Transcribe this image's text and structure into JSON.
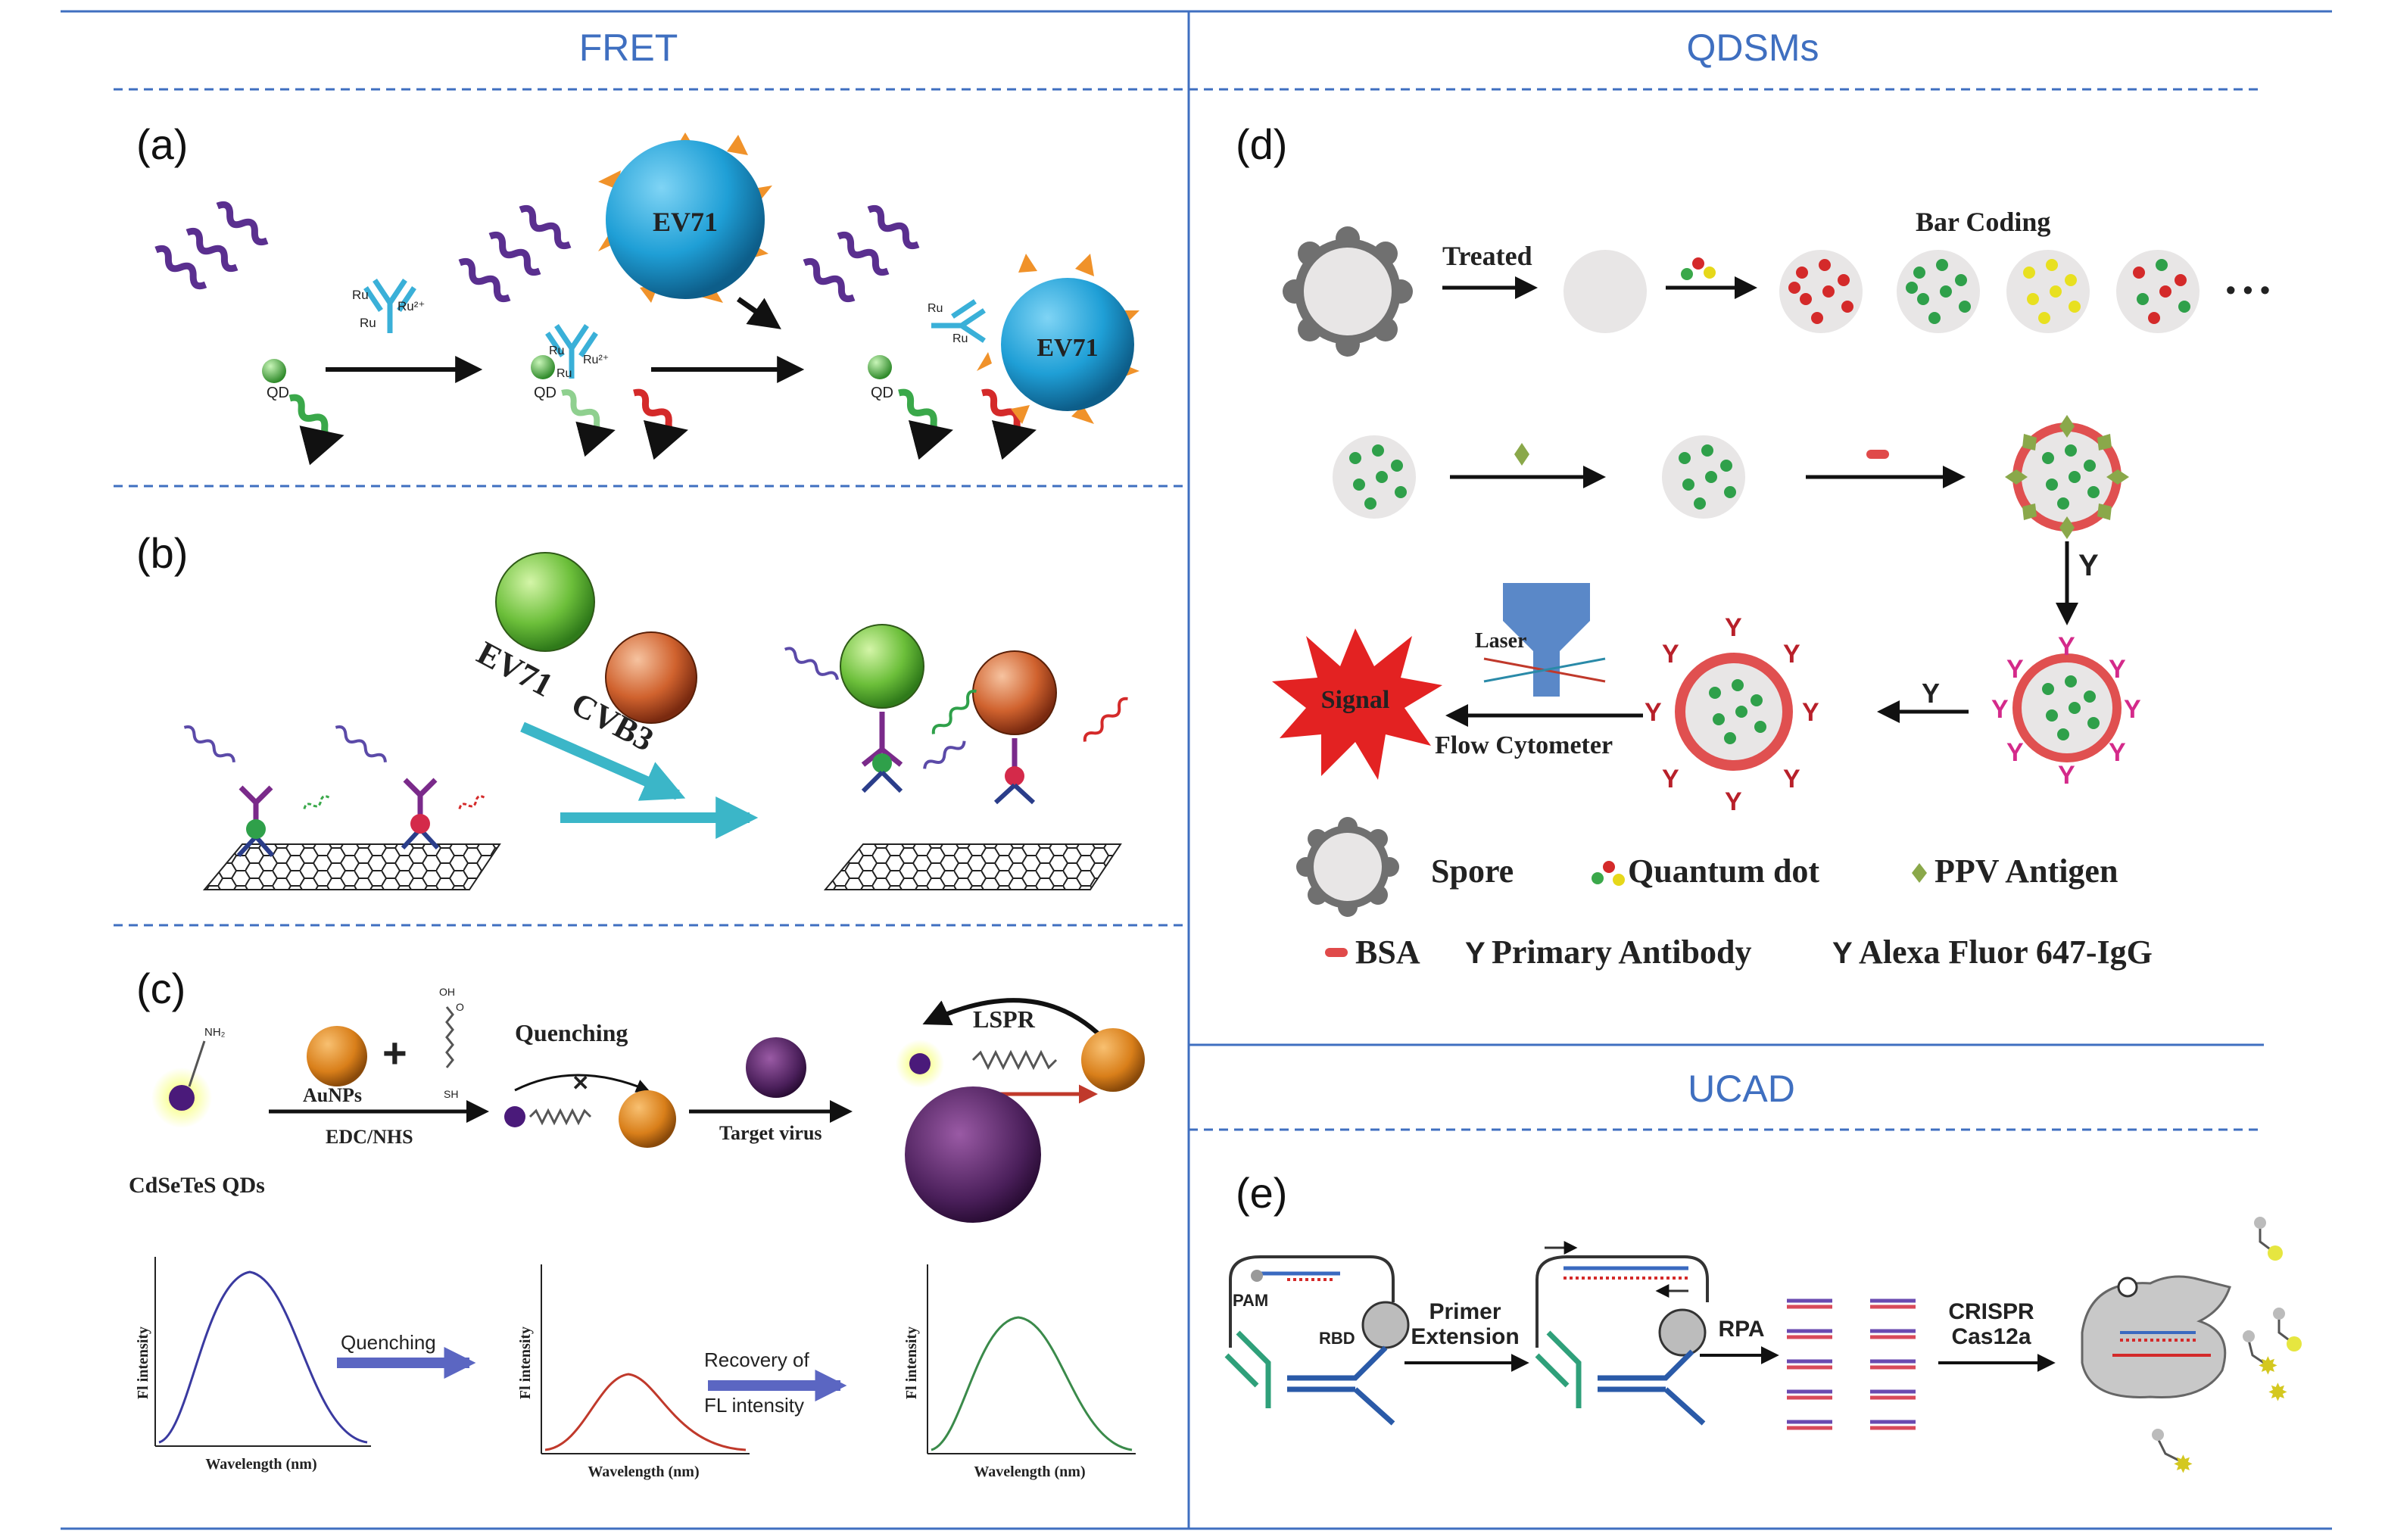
{
  "sections": {
    "fret": "FRET",
    "qdsms": "QDSMs",
    "ucad": "UCAD"
  },
  "panels": {
    "a": {
      "label": "(a)",
      "qd_labels": [
        "QD",
        "QD",
        "QD"
      ],
      "ru_labels": [
        "Ru",
        "Ru",
        "Ru²⁺",
        "Ru",
        "Ru",
        "Ru²⁺",
        "Ru",
        "Ru"
      ],
      "virus_label": "EV71"
    },
    "b": {
      "label": "(b)",
      "virus_labels": [
        "EV71",
        "CVB3"
      ]
    },
    "c": {
      "label": "(c)",
      "nh2": "NH₂",
      "qd_label": "CdSeTeS QDs",
      "aunps": "AuNPs",
      "edc": "EDC/NHS",
      "plus": "+",
      "oh": "OH",
      "o": "O",
      "sh": "SH",
      "quenching_title": "Quenching",
      "target_virus": "Target virus",
      "lspr": "LSPR",
      "plot_y": "Fl intensity",
      "plot_x": "Wavelength (nm)",
      "arrow1": "Quenching",
      "arrow2_line1": "Recovery of",
      "arrow2_line2": "FL intensity"
    },
    "d": {
      "label": "(d)",
      "treated": "Treated",
      "bar_coding": "Bar Coding",
      "ellipsis": "• • •",
      "laser": "Laser",
      "signal": "Signal",
      "flow": "Flow Cytometer",
      "legend": {
        "spore": "Spore",
        "qd": "Quantum dot",
        "antigen": "PPV Antigen",
        "bsa": "BSA",
        "primary": "Primary Antibody",
        "alexa": "Alexa Fluor 647-IgG"
      }
    },
    "e": {
      "label": "(e)",
      "pam": "PAM",
      "rbd": "RBD",
      "primer_line1": "Primer",
      "primer_line2": "Extension",
      "rpa": "RPA",
      "crispr_line1": "CRISPR",
      "crispr_line2": "Cas12a"
    }
  },
  "colors": {
    "accent_blue": "#3f6fc0",
    "qd_green": "#3aa84a",
    "qd_red": "#d42a2a",
    "virus_blue": "#1f9fd6",
    "spike_orange": "#f0922a",
    "photon_purple": "#6a3d9a",
    "gold": "#d97f1a"
  }
}
